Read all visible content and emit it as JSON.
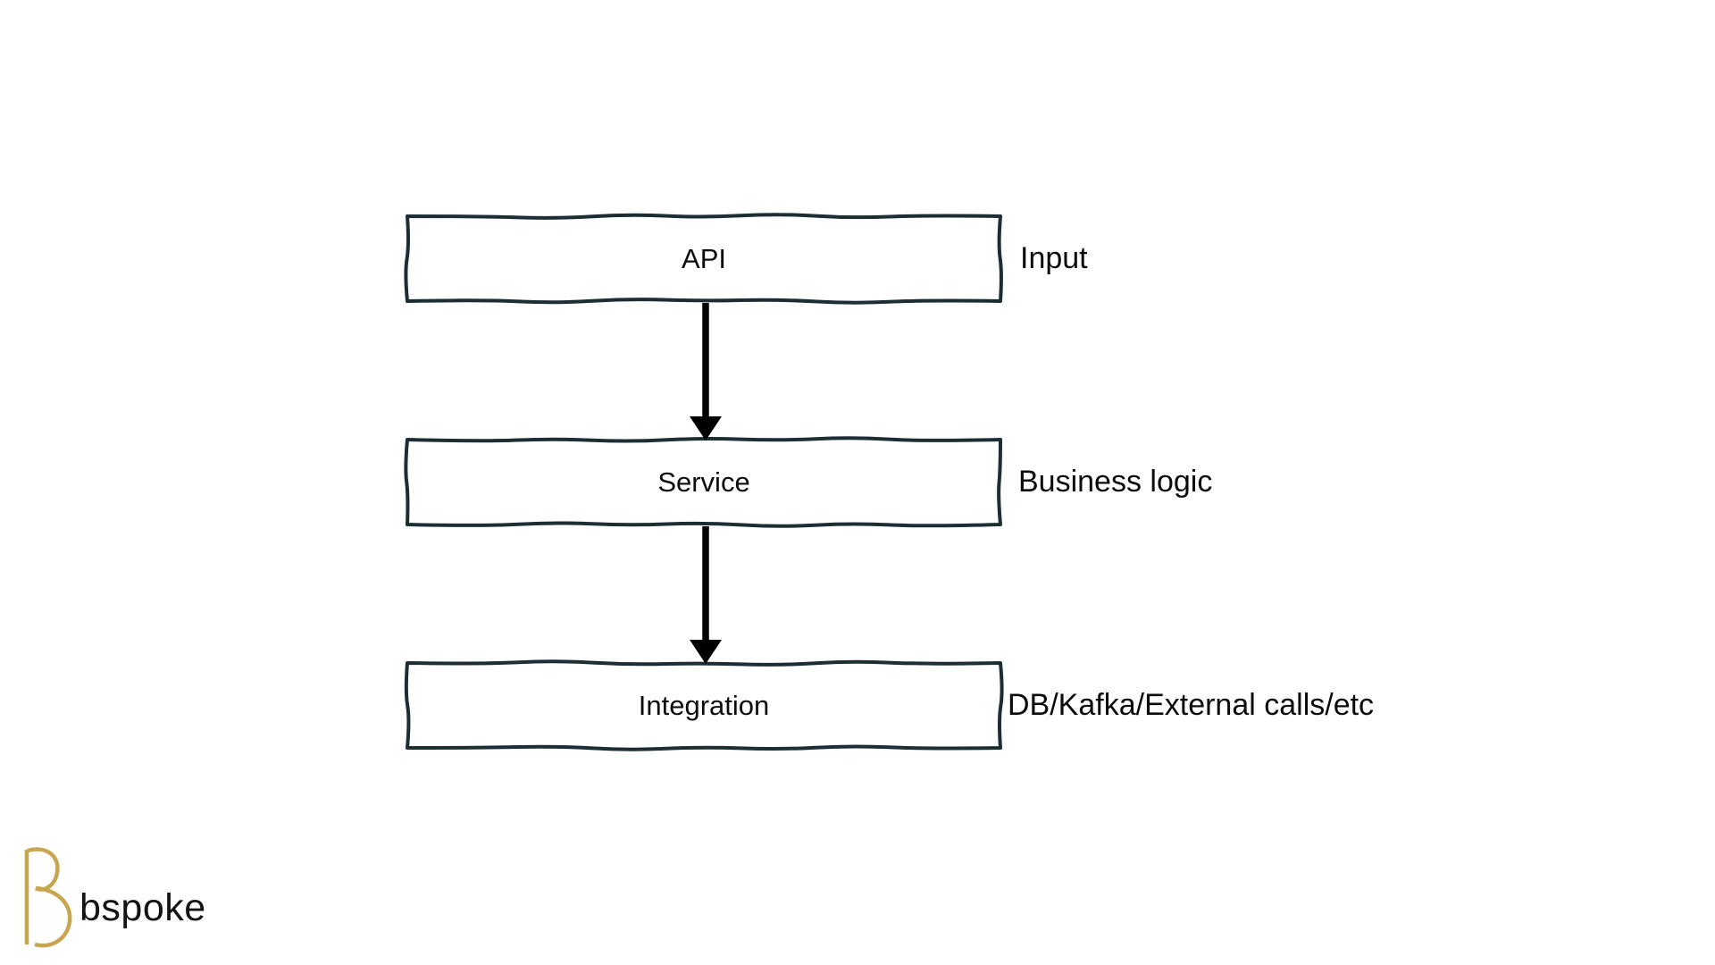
{
  "diagram": {
    "rows": [
      {
        "label": "API",
        "annotation": "Input"
      },
      {
        "label": "Service",
        "annotation": "Business logic"
      },
      {
        "label": "Integration",
        "annotation": "DB/Kafka/External calls/etc"
      }
    ],
    "arrows": [
      {
        "from": "API",
        "to": "Service"
      },
      {
        "from": "Service",
        "to": "Integration"
      }
    ]
  },
  "logo": {
    "name": "bspoke"
  },
  "colors": {
    "box_border": "#1c2d34",
    "box_fill": "#ffffff",
    "arrow": "#000000",
    "text": "#0c0c0c",
    "logo_gold": "#c8a651",
    "logo_text": "#141414"
  }
}
